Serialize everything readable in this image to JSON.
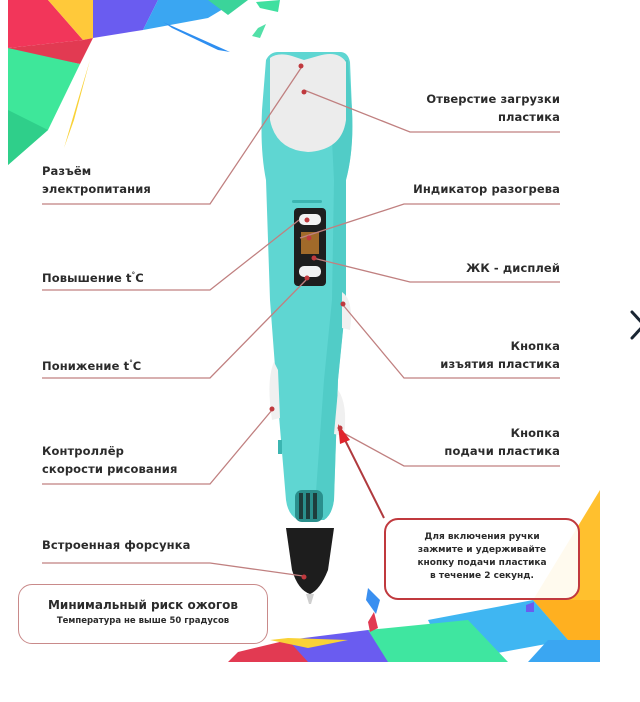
{
  "viewer": {
    "next_arrow_icon": "chevron-right-icon"
  },
  "diagram": {
    "subject": "3D pen",
    "colors": {
      "pen_body": "#5fd6d2",
      "pen_cap": "#ececec",
      "nozzle": "#1d1d1d",
      "leader_line": "#b85a5a",
      "leader_dot": "#c0393e",
      "callout_border": "#c0393e"
    },
    "labels": {
      "power_connector_l1": "Разъём",
      "power_connector_l2": "электропитания",
      "plastic_loading_l1": "Отверстие загрузки",
      "plastic_loading_l2": "пластика",
      "heat_indicator": "Индикатор разогрева",
      "temp_up": "Повышение t",
      "temp_down": "Понижение t",
      "degree_unit": "C",
      "degree_sign": "°",
      "lcd_display": "ЖК - дисплей",
      "eject_button_l1": "Кнопка",
      "eject_button_l2": "изъятия пластика",
      "speed_controller_l1": "Контроллёр",
      "speed_controller_l2": "скорости рисования",
      "feed_button_l1": "Кнопка",
      "feed_button_l2": "подачи пластика",
      "nozzle": "Встроенная форсунка"
    },
    "callouts": {
      "burn_title": "Минимальный риск ожогов",
      "burn_sub": "Температура не выше 50 градусов",
      "power_on_text": "Для включения ручки\nзажмите и удерживайте\nкнопку подачи пластика\nв течение 2 секунд."
    }
  }
}
